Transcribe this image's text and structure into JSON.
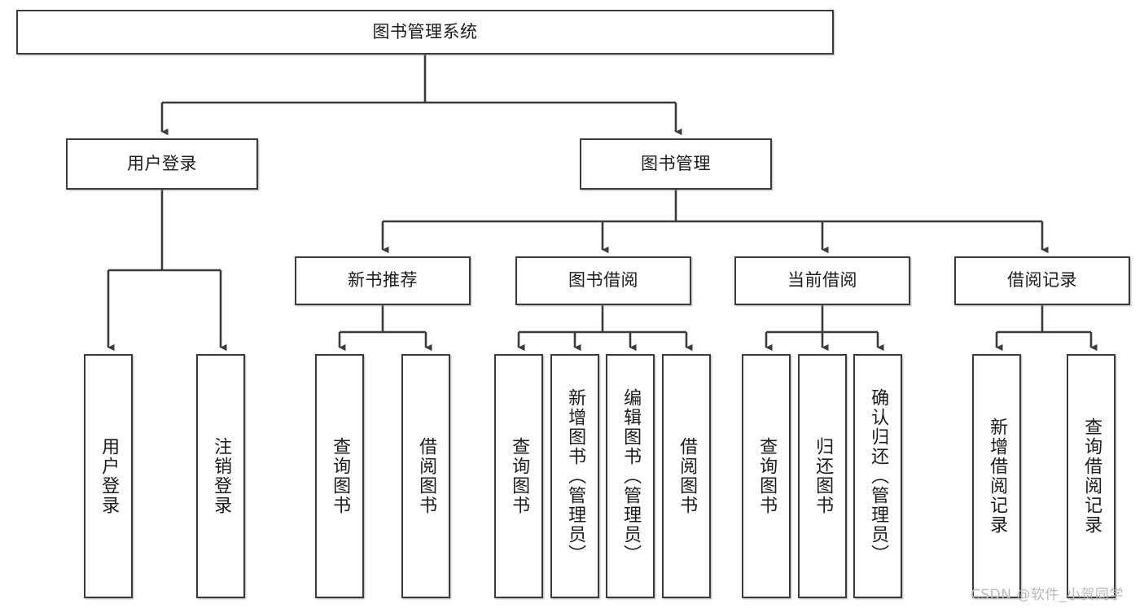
{
  "diagram": {
    "type": "tree-hierarchy",
    "title": "图书管理系统",
    "root": {
      "label": "图书管理系统"
    },
    "level2": [
      {
        "label": "用户登录"
      },
      {
        "label": "图书管理"
      }
    ],
    "level3": [
      {
        "label": "新书推荐"
      },
      {
        "label": "图书借阅"
      },
      {
        "label": "当前借阅"
      },
      {
        "label": "借阅记录"
      }
    ],
    "leaves": [
      {
        "label": "用户登录",
        "parent": "用户登录"
      },
      {
        "label": "注销登录",
        "parent": "用户登录"
      },
      {
        "label": "查询图书",
        "parent": "新书推荐"
      },
      {
        "label": "借阅图书",
        "parent": "新书推荐"
      },
      {
        "label": "查询图书",
        "parent": "图书借阅"
      },
      {
        "label": "新增图书（管理员）",
        "parent": "图书借阅"
      },
      {
        "label": "编辑图书（管理员）",
        "parent": "图书借阅"
      },
      {
        "label": "借阅图书",
        "parent": "图书借阅"
      },
      {
        "label": "查询图书",
        "parent": "当前借阅"
      },
      {
        "label": "归还图书",
        "parent": "当前借阅"
      },
      {
        "label": "确认归还（管理员）",
        "parent": "当前借阅"
      },
      {
        "label": "新增借阅记录",
        "parent": "借阅记录"
      },
      {
        "label": "查询借阅记录",
        "parent": "借阅记录"
      }
    ]
  },
  "watermark": {
    "text": "CSDN @软件_小贺同学"
  },
  "colors": {
    "box_border": "#3b3b3b",
    "box_fill": "#ffffff",
    "connector": "#3b3b3b",
    "text": "#1b1b1b",
    "watermark": "#b9b9b9"
  }
}
